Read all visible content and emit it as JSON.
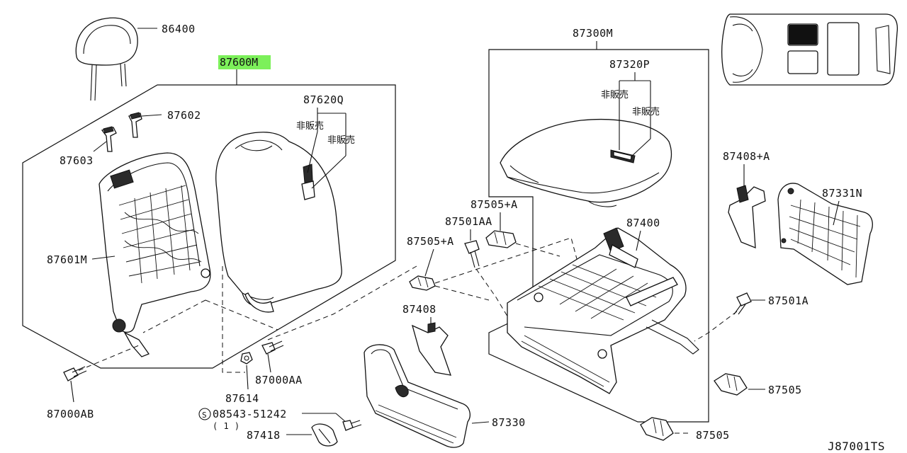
{
  "diagram": {
    "drawing_code": "J87001TS",
    "labels": {
      "headrest": "86400",
      "seat_back_assembly": "87600M",
      "seat_back_trim": "87620Q",
      "not_sold_a": "非販売",
      "not_sold_b": "非販売",
      "guide_lock": "87602",
      "guide_free": "87603",
      "seat_back_frame": "87601M",
      "bolt_ab": "87000AB",
      "nut": "87614",
      "bolt_aa": "87000AA",
      "screw": "08543-51242",
      "screw_qty": "( 1 )",
      "knob": "87418",
      "finisher_inner": "87330",
      "hinge_cover": "87408",
      "cover_a_left": "87505+A",
      "cover_a_top": "87505+A",
      "bolt_aa_seat": "87501AA",
      "cushion_assembly": "87300M",
      "cushion_trim": "87320P",
      "not_sold_c": "非販売",
      "not_sold_d": "非販売",
      "cushion_frame": "87400",
      "hinge_cover_a": "87408+A",
      "finisher_outer": "87331N",
      "bolt_a": "87501A",
      "cover_1": "87505",
      "cover_2": "87505"
    },
    "highlight_color": "#7CF05A",
    "locator_highlight_color": "#111111"
  }
}
